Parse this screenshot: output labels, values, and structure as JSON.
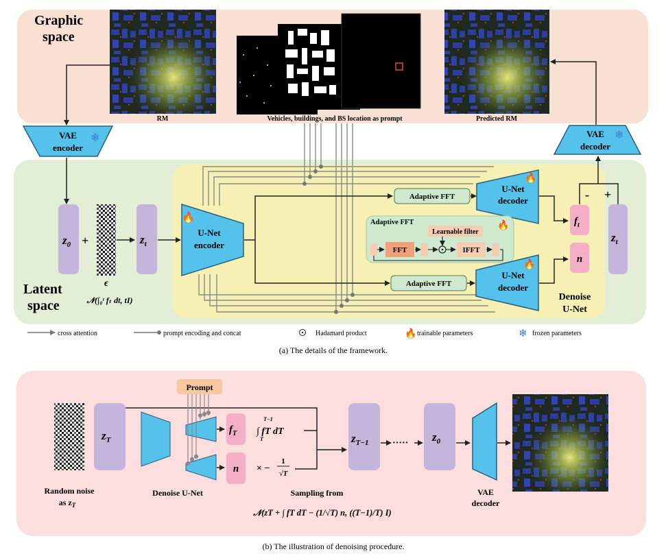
{
  "panel_a": {
    "graphic_space_label_1": "Graphic",
    "graphic_space_label_2": "space",
    "latent_space_label_1": "Latent",
    "latent_space_label_2": "space",
    "rm_label": "RM",
    "prompt_caption": "Vehicles, buildings, and BS location as prompt",
    "predicted_rm_label": "Predicted RM",
    "vae_encoder_1": "VAE",
    "vae_encoder_2": "encoder",
    "vae_decoder_1": "VAE",
    "vae_decoder_2": "decoder",
    "z0": "z",
    "z0_sub": "0",
    "plus": "+",
    "epsilon": "ϵ",
    "noise_dist": "𝒩(∫₀ᵗ fₜ dt, tI)",
    "zt": "z",
    "zt_sub": "t",
    "unet_encoder_1": "U-Net",
    "unet_encoder_2": "encoder",
    "unet_decoder_1": "U-Net",
    "unet_decoder_2": "decoder",
    "adaptive_fft": "Adaptive FFT",
    "adaptive_fft_box_title": "Adaptive FFT",
    "learnable_filter": "Learnable filter",
    "fft": "FFT",
    "ifft": "IFFT",
    "hadamard_symbol": "⊙",
    "ft": "f",
    "ft_sub": "t",
    "n": "n",
    "minus": "-",
    "plus_out": "+",
    "zt_out": "z",
    "zt_out_sub": "t",
    "denoise_unet_1": "Denoise",
    "denoise_unet_2": "U-Net",
    "caption": "(a) The details of the framework."
  },
  "legend": {
    "cross_attention": "cross attention",
    "prompt_encoding": "prompt encoding and concat",
    "hadamard": "Hadamard product",
    "trainable": "trainable parameters",
    "frozen": "frozen parameters"
  },
  "panel_b": {
    "prompt": "Prompt",
    "zT": "z",
    "zT_sub": "T",
    "fT": "f",
    "fT_sub": "T",
    "n": "n",
    "integral_expr": "∫ fT dT",
    "integral_upper": "T−1",
    "integral_lower": "T",
    "scale_expr": "× −",
    "scale_num": "1",
    "scale_den": "√T",
    "zT1": "z",
    "zT1_sub": "T−1",
    "dots": "·····",
    "z0": "z",
    "z0_sub": "0",
    "random_noise_1": "Random noise",
    "random_noise_2": "as z",
    "random_noise_2_sub": "T",
    "denoise_unet": "Denoise U-Net",
    "sampling_from": "Sampling from",
    "sampling_formula": "𝒩(zT + ∫ fT dT − (1/√T) n, ((T−1)/T) I)",
    "vae_decoder_1": "VAE",
    "vae_decoder_2": "decoder",
    "caption": "(b) The illustration of denoising procedure."
  },
  "colors": {
    "graphic_bg": "#f8e0d2",
    "latent_bg": "#e2eed6",
    "inner_yellow": "#f7f0b4",
    "panel_b_bg": "#fbdedd",
    "purple": "#c5b5da",
    "blue_unet": "#54c2ea",
    "pink": "#f4afc6",
    "adaptive_green": "#cfe9cf",
    "fft_orange": "#f1a07c",
    "prompt_orange": "#f8c9a0"
  }
}
